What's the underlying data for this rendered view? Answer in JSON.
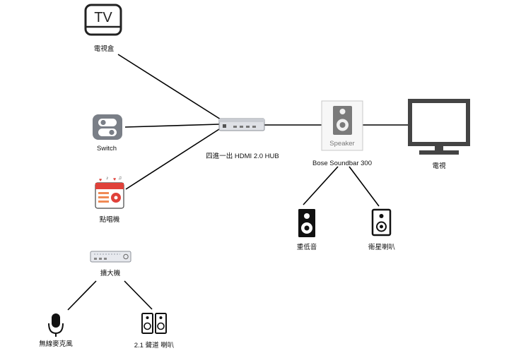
{
  "nodes": {
    "tv_box": {
      "label": "電視盒",
      "icon": "tv-box-icon",
      "icon_text": "TV"
    },
    "switch": {
      "label": "Switch",
      "icon": "nintendo-switch-icon"
    },
    "karaoke": {
      "label": "點唱機",
      "icon": "karaoke-machine-icon"
    },
    "hdmi_hub": {
      "label": "四進一出 HDMI 2.0 HUB",
      "icon": "hdmi-hub-icon"
    },
    "soundbar": {
      "label": "Bose Soundbar 300",
      "icon": "speaker-icon",
      "icon_text": "Speaker"
    },
    "tv": {
      "label": "電視",
      "icon": "monitor-icon"
    },
    "subwoofer": {
      "label": "重低音",
      "icon": "subwoofer-icon"
    },
    "satellite": {
      "label": "衛星喇叭",
      "icon": "satellite-speaker-icon"
    },
    "amplifier": {
      "label": "擴大機",
      "icon": "amplifier-icon"
    },
    "mic": {
      "label": "無線麥克風",
      "icon": "microphone-icon"
    },
    "speakers_21": {
      "label": "2.1 聲道 喇叭",
      "icon": "stereo-speakers-icon"
    }
  },
  "edges": [
    [
      "tv_box",
      "hdmi_hub"
    ],
    [
      "switch",
      "hdmi_hub"
    ],
    [
      "karaoke",
      "hdmi_hub"
    ],
    [
      "hdmi_hub",
      "soundbar"
    ],
    [
      "soundbar",
      "tv"
    ],
    [
      "soundbar",
      "subwoofer"
    ],
    [
      "soundbar",
      "satellite"
    ],
    [
      "amplifier",
      "mic"
    ],
    [
      "amplifier",
      "speakers_21"
    ]
  ],
  "colors": {
    "line": "#000000",
    "icon_dark": "#222222",
    "switch_gray": "#7a7f87",
    "karaoke_red": "#e0413a",
    "hub_gray": "#c9ccd2"
  }
}
